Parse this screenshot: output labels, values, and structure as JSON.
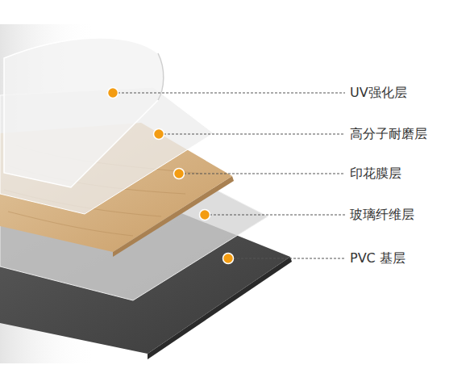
{
  "diagram": {
    "labels": [
      "UV强化层",
      "高分子耐磨层",
      "印花膜层",
      "玻璃纤维层",
      "PVC 基层"
    ]
  }
}
